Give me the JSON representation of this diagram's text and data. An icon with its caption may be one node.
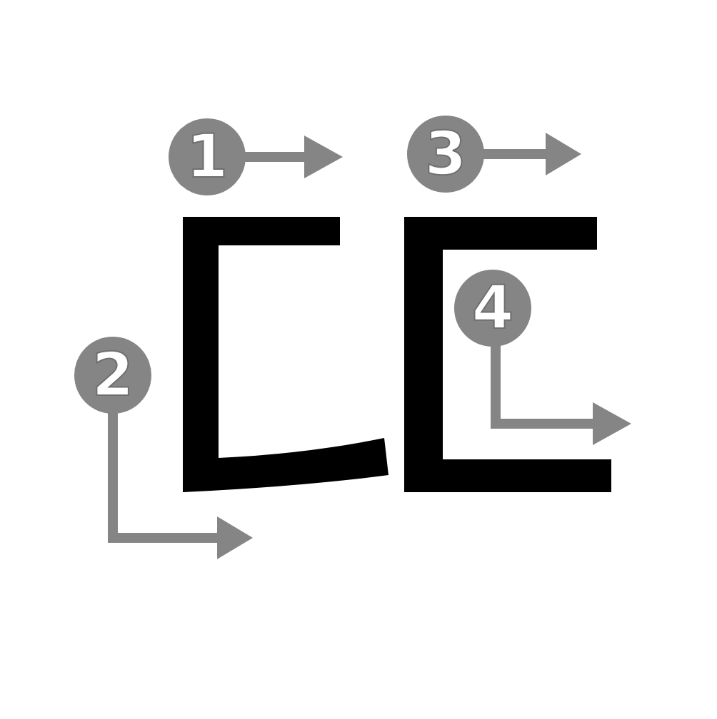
{
  "diagram": {
    "labels": [
      "1",
      "3",
      "4",
      "2"
    ]
  }
}
